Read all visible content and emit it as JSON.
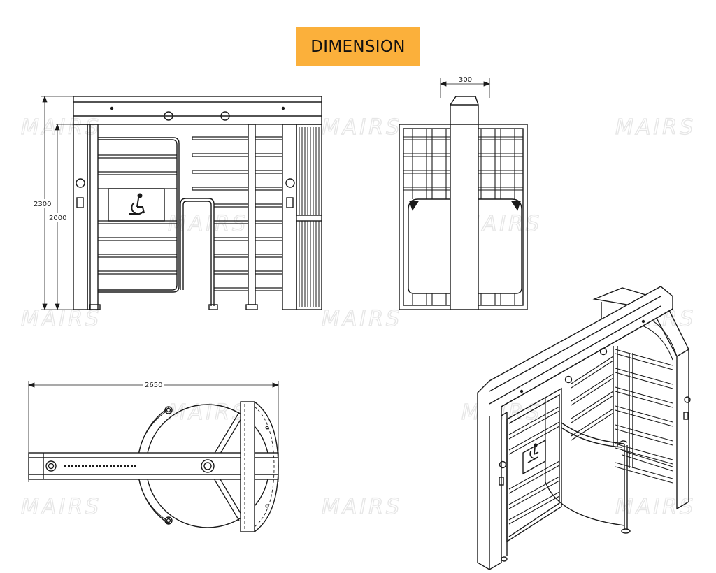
{
  "header": {
    "title": "DIMENSION"
  },
  "watermark": {
    "text": "MAIRS"
  },
  "front_view": {
    "dim_overall_height": "2300",
    "dim_passage_height": "2000"
  },
  "side_view": {
    "dim_width": "300"
  },
  "top_view": {
    "dim_length": "2650"
  },
  "colors": {
    "accent": "#fbb03b",
    "line": "#1a1a1a",
    "watermark": "#e6e6e6"
  }
}
